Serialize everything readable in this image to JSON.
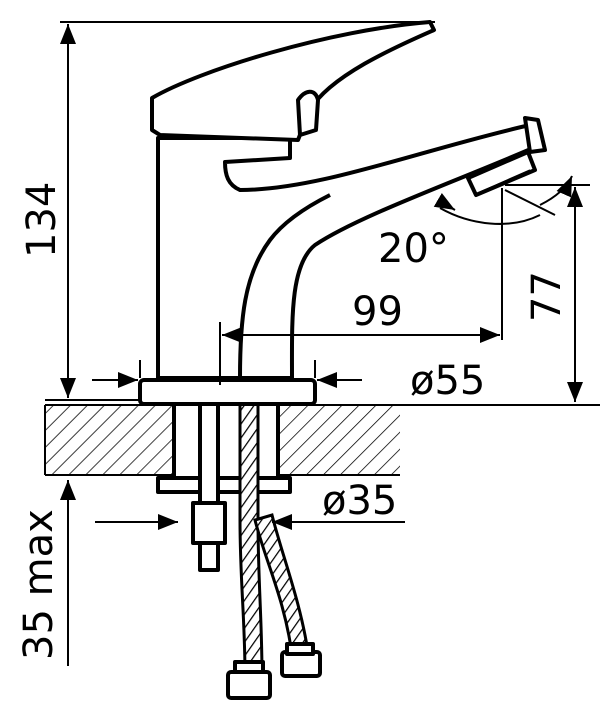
{
  "dimensions": {
    "height_total": "134",
    "spout_reach": "99",
    "spout_height": "77",
    "angle": "20°",
    "base_diameter": "ø55",
    "shank_diameter": "ø35",
    "max_thickness": "35 max"
  },
  "colors": {
    "line": "#000000",
    "background": "#ffffff"
  }
}
